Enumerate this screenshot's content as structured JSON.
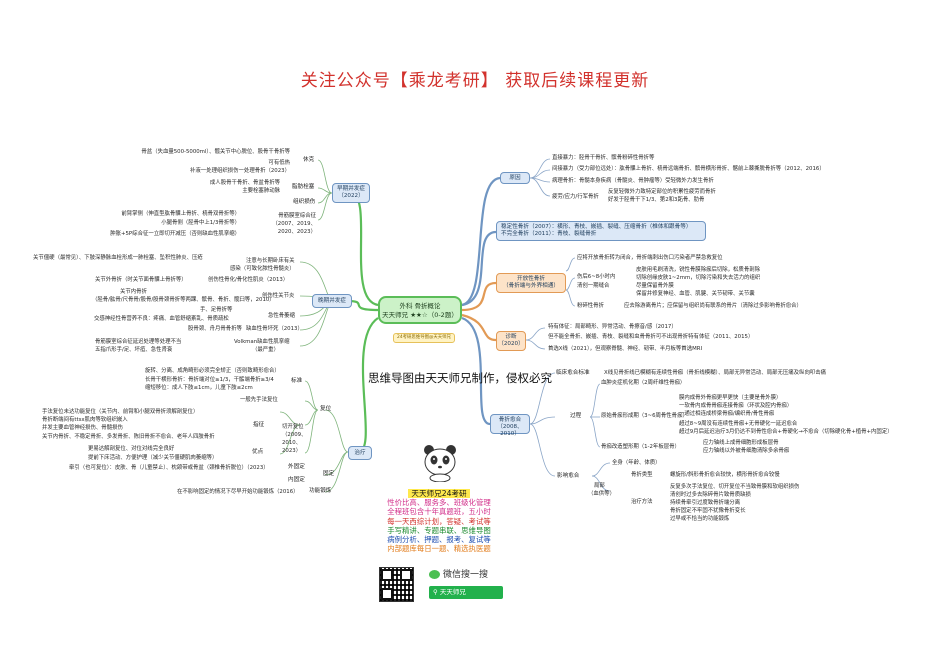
{
  "banner": "关注公众号【乘龙考研】 获取后续课程更新",
  "center": {
    "line1": "外科 骨折概论",
    "line2": "天天师兄 ★★☆（0-2题）",
    "tag": "24考研思维导图@天天师兄"
  },
  "watermark": "思维导图由天天师兄制作，侵权必究",
  "colors": {
    "banner": "#d2322d",
    "blue_node": "#dce8f7",
    "orange_node": "#fde3c8",
    "center_node": "#ccf2c8",
    "branch_green": "#5bbd58",
    "branch_blue": "#6f95c2",
    "branch_orange": "#e29a55"
  },
  "right": {
    "cause": {
      "label": "原因",
      "items": [
        "直接暴力：胫骨干骨折、髌骨粉碎性骨折等",
        "间接暴力（受力部位远处）：肱骨髁上骨折、桡骨远端骨折、髌骨横形骨折、髂前上棘撕脱骨折等（2012、2016）",
        "病理骨折：骨髓本身疾病（骨髓炎、骨肿瘤等）受轻微外力发生骨折",
        "疲劳/应力/行军骨折",
        "反复轻微外力致特定部位的积累性疲劳而骨折",
        "好发于胫骨干下1/3、第2和3跖骨、肋骨"
      ]
    },
    "stable": {
      "line1": "稳定性骨折（2007）：横形、青枝、嵌插、裂缝、压缩骨折（椎体和跟骨等）",
      "line2": "不完全骨折（2011）：青枝、裂缝骨折"
    },
    "open": {
      "label1": "开放性骨折",
      "label2": "（骨折端与外界相通）",
      "items": [
        "应将开放骨折转为闭合，骨折端刺出伤口污染者严禁急救复位",
        "伤后6~8小时内",
        "清创一期缝合",
        "皮肤用毛刷清洗，锐性骨膜除痂后切除，松质骨剖除",
        "切除创缘皮肤1~2mm，切除污染和失去活力的组织",
        "尽量保留骨外膜",
        "保留并修复神经、血管、肌腱、关节韧带、关节囊",
        "粉碎性骨折",
        "应去除游离骨片；应保留与组织尚有联系的骨片（清除过多影响骨折愈合）"
      ]
    },
    "diag": {
      "label1": "诊断",
      "label2": "（2020）",
      "items": [
        "特有体征：局部畸形、异常活动、骨擦音/感（2017）",
        "但不能全骨折、嵌插、青枝、裂缝和虫骨骨折可不出现骨折特有体征（2011、2015）",
        "首选X线（2021），但观察脊髓、神经、韧带、半月板等首选MRI"
      ]
    },
    "heal": {
      "label1": "骨折愈合",
      "label2": "（2008、2010）",
      "standard": "临床愈合标准",
      "standard_text": "X线见骨折线已模糊有连续性骨痂（骨折线模糊）、局部无异常活动、局部无压痛及纵向叩击痛",
      "process": "过程",
      "p1": "血肿炎症机化期（2周纤维性骨痂）",
      "p2": "原始骨痂形成期（3~6周骨性骨痂）",
      "p2_items": [
        "膜内成骨外骨痂更早更快（主要是骨外膜）",
        "一软骨内成骨骨痂连接骨痂（环状及腔内骨痂）",
        "一通过相连成桥梁骨痂/编织骨/骨性骨痂",
        "超过8~9周没有连续性骨痂+无骨硬化一延迟愈合",
        "超过9月后延迟治疗3月仍达不到骨性愈合+骨硬化→不愈合（切除硬化骨+植骨+内固定）"
      ],
      "p3": "骨痂改造塑形期（1-2年板层骨）",
      "p3_items": [
        "应力轴线上成骨细胞形成板层骨",
        "应力轴线以外被骨细胞清除多余骨痂"
      ],
      "factors": "影响愈合",
      "whole": "全身（年龄、体质）",
      "local": "局部",
      "local2": "（血供等）",
      "type": "骨折类型",
      "type_text": "螺旋形/斜形骨折愈合较快，横形骨折愈合较慢",
      "method": "治疗方法",
      "method_items": [
        "反复多次手法复位、切开复位不当致骨膜和软组织损伤",
        "清创时过多去除碎骨片致骨质缺损",
        "持续骨牵引过度致骨折端分离",
        "骨折固定不牢固不犹豫骨折变长",
        "过早或不恰当的功能锻炼"
      ]
    }
  },
  "left": {
    "early": {
      "label1": "早期并发症",
      "label2": "（2022）",
      "shock": "休克",
      "shock_items": [
        "骨盆（失血量500-5000ml）、髋关节中心脱位、股骨干骨折等",
        "可有低热",
        "补液一处理组织损伤一处理骨折（2023）"
      ],
      "fat": "脂肪栓塞",
      "fat_items": [
        "成人股骨干骨折、骨盆骨折等",
        "主要栓塞肺动脉"
      ],
      "tissue": "组织损伤",
      "compart": "骨筋膜室综合征",
      "compart_years": "（2007、2019、",
      "compart_years2": "2020、2023）",
      "compart_items": [
        "前臂掌侧（伸直型肱骨髁上骨折、桡骨双骨折等）",
        "小腿骨侧（胫骨中上1/3骨折等）",
        "肿胀+5P综合征一立即切开减压（否则缺血性肌挛缩）"
      ]
    },
    "late": {
      "label": "晚期并发症",
      "items": [
        "关节僵硬（最常见）、下肢深静脉血栓形成一肺栓塞、坠积性肺炎、压疮",
        "感染（可致化脓性骨髓炎）",
        "注意与长期卧床有关",
        "关节外骨折（时关节面骨髁上骨折等）",
        "创伤性骨化/骨化性肌炎（2013）",
        "关节内骨折",
        "创伤性关节炎",
        "（胫骨/肱骨/尺骨骨/股骨/股骨颈骨折等两踝、髌骨、骨折、髋臼等，2010）",
        "手、足骨折等",
        "交感神经性骨营养不良：疼痛、血管舒缩紊乱、骨质疏松",
        "急性骨萎缩",
        "股骨颈、舟月骨骨折等",
        "缺血性骨坏死（2013）",
        "骨筋膜室综合征延迟处理等处理不当",
        "五指爪形手/足、坏疽、急性肾衰",
        "Volkman缺血性肌挛缩",
        "（最严重）"
      ]
    },
    "treat": {
      "label": "治疗",
      "reduce": "复位",
      "reduce_items": [
        "旋转、分离、成角畸形必须完全矫正（否则致畸形愈合）",
        "长骨干横形骨折：骨折端对位≥1/3，干骺端骨折≥3/4",
        "缩短移位：成人下肢≤1cm，儿童下肢≤2cm"
      ],
      "standard": "标准",
      "functional": "一般先手法复位",
      "open_red": "切开复位",
      "open_red_years": "（2009、",
      "open_red_years2": "2010、",
      "open_red_years3": "2023）",
      "indic": "指征",
      "indic_items": [
        "手法复位未达功能复位（关节内、前臂和小腿双骨折须解剖复位）",
        "骨折断端间有ttsx肌肉等软组织嵌入",
        "并发主要血管神经损伤、骨髓损伤",
        "关节内骨折、不稳定骨折、多发骨折、陈旧骨折不愈合、老年人四肢骨折"
      ],
      "adv": "优点",
      "adv_items": [
        "更易达解剖复位、对位对线完全良好",
        "提前下床活动、方便护理（减少关节僵硬肌肉萎缩等）"
      ],
      "fix": "固定",
      "ext": "外固定",
      "int": "内固定",
      "traction": "牵引（也可复位）：皮肤、骨（儿童禁止）、枕颌带或骨盆（颈椎骨折脱位）（2023）",
      "func": "功能锻炼",
      "func_text": "在不影响固定的情况下尽早开始功能锻炼（2016）"
    }
  },
  "promo": {
    "head": "天天师兄24考研",
    "lines": [
      "性价比高、服务多、班级化管理",
      "全程班包含十年真题班，五小时",
      "每一天西综计划，答疑、考试等",
      "手写精讲、专题串联、思维导图",
      "病例分析、押题、报考、复试等",
      "内部题库每日一题、精选执医题"
    ],
    "line_colors": [
      "#d22f8a",
      "#d22f8a",
      "#d2322d",
      "#1b8a2e",
      "#1a4bb0",
      "#e27b1a"
    ]
  },
  "wechat": {
    "search_label": "微信搜一搜",
    "account": "天天师兄"
  }
}
